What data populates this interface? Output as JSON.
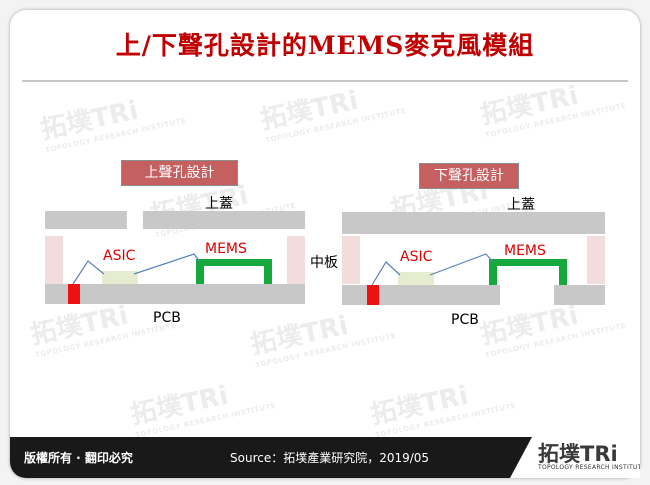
{
  "page": {
    "title": "上/下聲孔設計的MEMS麥克風模組"
  },
  "watermark": {
    "brand": "拓墣TRi",
    "tagline": "TOPOLOGY RESEARCH INSTITUTE"
  },
  "diagrams": {
    "left": {
      "heading": "上聲孔設計",
      "lid_label": "上蓋",
      "asic_label": "ASIC",
      "mems_label": "MEMS",
      "pcb_label": "PCB"
    },
    "right": {
      "heading": "下聲孔設計",
      "lid_label": "上蓋",
      "asic_label": "ASIC",
      "mems_label": "MEMS",
      "pcb_label": "PCB"
    },
    "middle_label": "中板"
  },
  "colors": {
    "title": "#c00000",
    "layer_gray": "#c8c8c8",
    "wall_pink": "#f3dcdc",
    "mems_green": "#16a83c",
    "asic_fill": "#e6ecd0",
    "pad_red": "#ee1111",
    "wire_blue": "#5b83b5"
  },
  "footer": {
    "copyright": "版權所有 · 翻印必究",
    "source": "Source：拓墣產業研究院，2019/05",
    "logo_brand": "拓墣TRi",
    "logo_tagline": "TOPOLOGY RESEARCH INSTITUTE"
  }
}
